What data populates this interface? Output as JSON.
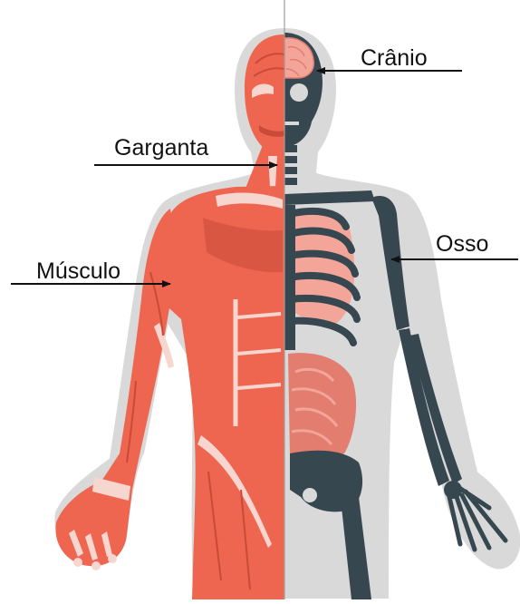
{
  "labels": {
    "skull": "Crânio",
    "throat": "Garganta",
    "muscle": "Músculo",
    "bone": "Osso"
  },
  "colors": {
    "silhouette": "#d9d9d9",
    "muscle": "#ee6650",
    "muscle_dark": "#c94a36",
    "tendon": "#f6d6cf",
    "bone": "#37474f",
    "organ": "#f4a59a",
    "organ_dark": "#e27d70",
    "arrow": "#111111"
  }
}
